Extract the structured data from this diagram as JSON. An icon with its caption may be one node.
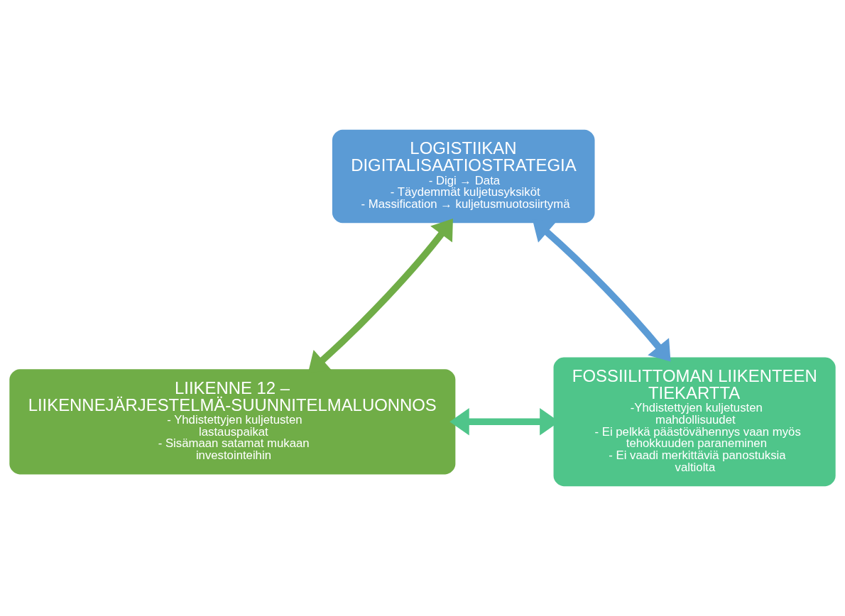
{
  "diagram": {
    "nodes": [
      {
        "text": [
          "LOGISTIIKAN DIGITALISAATIOSTRATEGIA",
          "- Digi → Data",
          "- Täydemmät kuljetusyksiköt",
          "- Massification → kuljetusmuotosiirtymä"
        ]
      },
      {
        "text": [
          "LIIKENNE 12 – LIIKENNEJÄRJESTELMÄ-SUUNNITELMALUONNOS",
          "- Yhdistettyjen kuljetusten lastauspaikat",
          "- Sisämaan satamat mukaan investointeihin"
        ]
      },
      {
        "text": [
          "FOSSIILITTOMAN LIIKENTEEN TIEKARTTA",
          "-Yhdistettyjen kuljetusten mahdollisuudet",
          "- Ei pelkkä päästövähennys vaan myös tehokkuuden paraneminen",
          "- Ei vaadi merkittäviä panostuksia valtiolta"
        ]
      }
    ],
    "edges": [
      {
        "from": 1,
        "to": 0,
        "arrow": "both",
        "color": "#70ad47"
      },
      {
        "from": 0,
        "to": 2,
        "arrow": "both",
        "color": "#5b9bd5"
      },
      {
        "from": 1,
        "to": 2,
        "arrow": "both",
        "color": "#4fc58a"
      }
    ]
  }
}
